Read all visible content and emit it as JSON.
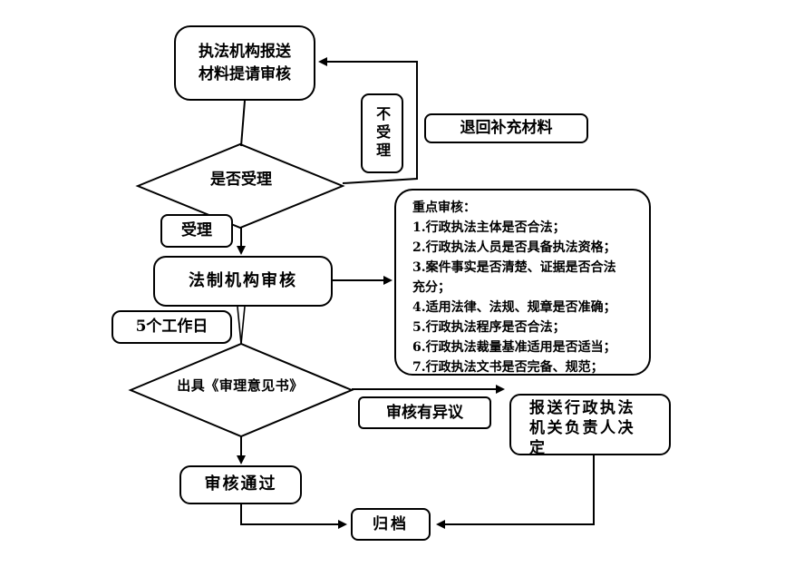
{
  "canvas": {
    "background": "#ffffff",
    "line_color": "#000000",
    "text_color": "#000000"
  },
  "flowchart": {
    "submit": {
      "line1": "执法机构报送",
      "line2": "材料提请审核"
    },
    "is_accepted": {
      "label": "是否受理"
    },
    "not_accepted": {
      "label": "不受理"
    },
    "return_materials": {
      "label": "退回补充材料"
    },
    "accepted": {
      "label": "受理"
    },
    "legal_review": {
      "label": "法制机构审核"
    },
    "five_working_days": {
      "label": "5个工作日"
    },
    "key_review_points": {
      "lines": [
        "重点审核：",
        "1.行政执法主体是否合法；",
        "2.行政执法人员是否具备执法资格；",
        "3.案件事实是否清楚、证据是否合法",
        "充分；",
        "4.适用法律、法规、规章是否准确；",
        "5.行政执法程序是否合法；",
        "6.行政执法裁量基准适用是否适当；",
        "7.行政执法文书是否完备、规范；"
      ]
    },
    "issue_opinion": {
      "label": "出具《审理意见书》"
    },
    "objection": {
      "label": "审核有异议"
    },
    "leader_decision": {
      "label": "报送行政执法机关负责人决定"
    },
    "review_passed": {
      "label": "审核通过"
    },
    "archive": {
      "label": "归档"
    }
  }
}
